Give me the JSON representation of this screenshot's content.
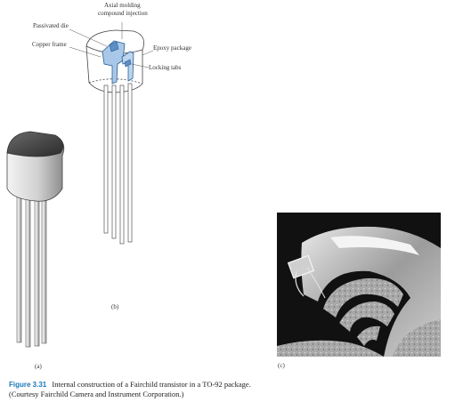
{
  "figure_b": {
    "callouts": {
      "axial_molding": "Axial molding",
      "compound_injection": "compound injection",
      "passivated_die": "Passivated die",
      "copper_frame": "Copper frame",
      "epoxy_package": "Epoxy package",
      "locking_tabs": "Locking tabs"
    },
    "panel_label": "(b)"
  },
  "figure_a": {
    "panel_label": "(a)"
  },
  "figure_c": {
    "panel_label": "(c)"
  },
  "caption": {
    "figure_number": "Figure 3.31",
    "line1": "Internal construction of a Fairchild transistor in a TO-92 package.",
    "line2": "(Courtesy Fairchild Camera and Instrument Corporation.)"
  },
  "colors": {
    "caption_accent": "#1a78b8",
    "photo_background": "#111111"
  }
}
